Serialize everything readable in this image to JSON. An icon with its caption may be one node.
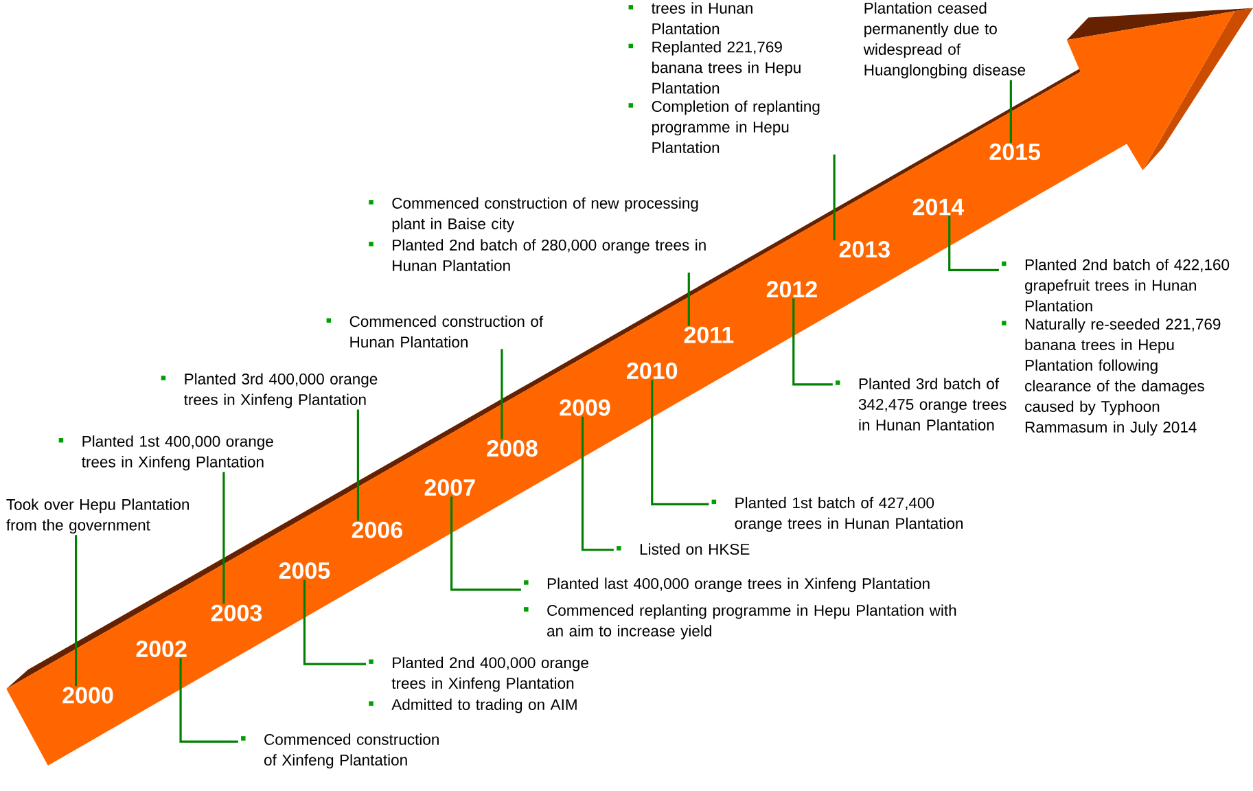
{
  "diagram": {
    "nodes": [
      {
        "text": [
          "2000"
        ]
      },
      {
        "text": [
          "2002"
        ]
      },
      {
        "text": [
          "2003"
        ]
      },
      {
        "text": [
          "2005"
        ]
      },
      {
        "text": [
          "2006"
        ]
      },
      {
        "text": [
          "2007"
        ]
      },
      {
        "text": [
          "2008"
        ]
      },
      {
        "text": [
          "2009"
        ]
      },
      {
        "text": [
          "2010"
        ]
      },
      {
        "text": [
          "2011"
        ]
      },
      {
        "text": [
          "2012"
        ]
      },
      {
        "text": [
          "2013"
        ]
      },
      {
        "text": [
          "2014"
        ]
      },
      {
        "text": [
          "2015"
        ]
      },
      {
        "text": [
          "Took over Hepu Plantation from the government"
        ]
      },
      {
        "text": [
          "Commenced construction of Xinfeng Plantation"
        ]
      },
      {
        "text": [
          "Planted 1st 400,000 orange trees in Xinfeng Plantation"
        ]
      },
      {
        "text": [
          "Planted 2nd 400,000 orange trees in Xinfeng Plantation",
          "Admitted to trading on AIM"
        ]
      },
      {
        "text": [
          "Planted 3rd 400,000 orange trees in Xinfeng Plantation"
        ]
      },
      {
        "text": [
          "Planted last 400,000 orange trees in Xinfeng Plantation",
          "Commenced replanting programme in Hepu Plantation with an aim to increase yield"
        ]
      },
      {
        "text": [
          "Commenced construction of Hunan Plantation"
        ]
      },
      {
        "text": [
          "Listed on HKSE"
        ]
      },
      {
        "text": [
          "Planted 1st batch of 427,400 orange trees in Hunan Plantation"
        ]
      },
      {
        "text": [
          "Commenced construction of new processing plant in Baise city",
          "Planted 2nd batch of 280,000 orange trees in Hunan Plantation"
        ]
      },
      {
        "text": [
          "Planted 3rd batch of 342,475 orange trees in Hunan Plantation"
        ]
      },
      {
        "text": [
          "trees in Hunan Plantation",
          "Replanted 221,769 banana trees in Hepu Plantation",
          "Completion of replanting programme in Hepu Plantation"
        ]
      },
      {
        "text": [
          "Planted 2nd batch of 422,160 grapefruit trees in Hunan Plantation",
          "Naturally re-seeded 221,769 banana trees in Hepu Plantation following clearance of the damages caused by Typhoon Rammasum in July 2014"
        ]
      },
      {
        "text": [
          "Plantation ceased permanently due to widespread of Huanglongbing disease"
        ]
      }
    ],
    "edges": [
      {
        "from": 14,
        "to": 0,
        "arrow": "none"
      },
      {
        "from": 15,
        "to": 1,
        "arrow": "none"
      },
      {
        "from": 16,
        "to": 2,
        "arrow": "none"
      },
      {
        "from": 17,
        "to": 3,
        "arrow": "none"
      },
      {
        "from": 18,
        "to": 4,
        "arrow": "none"
      },
      {
        "from": 19,
        "to": 5,
        "arrow": "none"
      },
      {
        "from": 20,
        "to": 6,
        "arrow": "none"
      },
      {
        "from": 21,
        "to": 7,
        "arrow": "none"
      },
      {
        "from": 22,
        "to": 8,
        "arrow": "none"
      },
      {
        "from": 23,
        "to": 9,
        "arrow": "none"
      },
      {
        "from": 24,
        "to": 10,
        "arrow": "none"
      },
      {
        "from": 25,
        "to": 11,
        "arrow": "none"
      },
      {
        "from": 26,
        "to": 12,
        "arrow": "none"
      },
      {
        "from": 27,
        "to": 13,
        "arrow": "none"
      }
    ]
  }
}
